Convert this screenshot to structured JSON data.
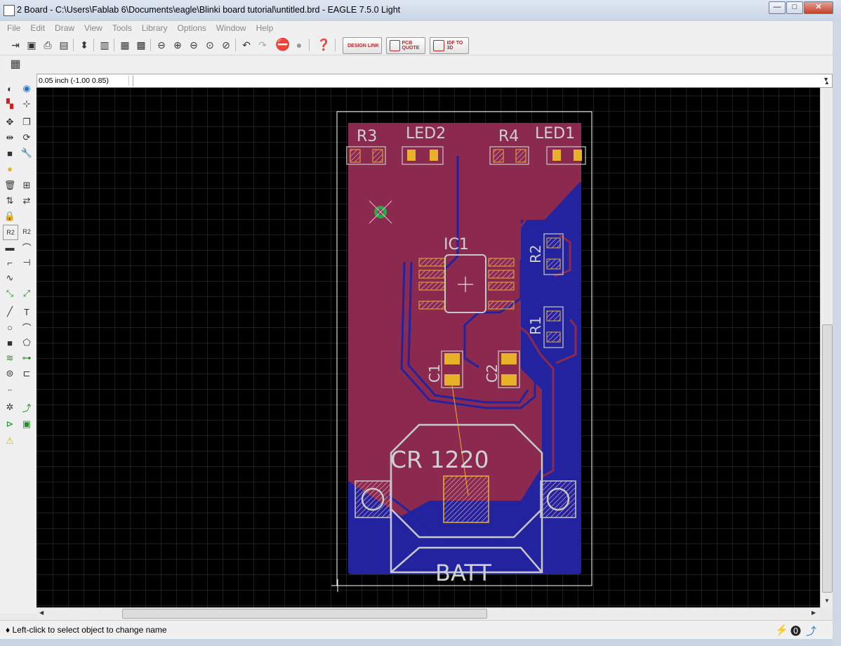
{
  "window": {
    "title": "2 Board - C:\\Users\\Fablab 6\\Documents\\eagle\\Blinki board tutorial\\untitled.brd - EAGLE 7.5.0 Light",
    "minimize_glyph": "—",
    "maximize_glyph": "□",
    "close_glyph": "✕"
  },
  "menu": [
    "File",
    "Edit",
    "Draw",
    "View",
    "Tools",
    "Library",
    "Options",
    "Window",
    "Help"
  ],
  "toolbar": {
    "designlink_label": "design link",
    "pcb_quote_label": "PCB QUOTE",
    "idf_label": "IDF TO 3D"
  },
  "coordinates": {
    "readout": "0.05 inch (-1.00 0.85)",
    "command": ""
  },
  "board": {
    "labels": {
      "r3": "R3",
      "led2": "LED2",
      "r4": "R4",
      "led1": "LED1",
      "ic1": "IC1",
      "r2": "R2",
      "r1": "R1",
      "c1": "C1",
      "c2": "C2",
      "battery_type": "CR 1220",
      "batt": "BATT"
    },
    "colors": {
      "background": "#000000",
      "top_layer": "#8b2a4e",
      "bottom_layer": "#2323a0",
      "pad": "#e8b12a",
      "silkscreen": "#c8c8c8",
      "outline": "#ffffff",
      "grid": "#3a3a3a"
    }
  },
  "status": {
    "message": "Left-click to select object to change name"
  }
}
